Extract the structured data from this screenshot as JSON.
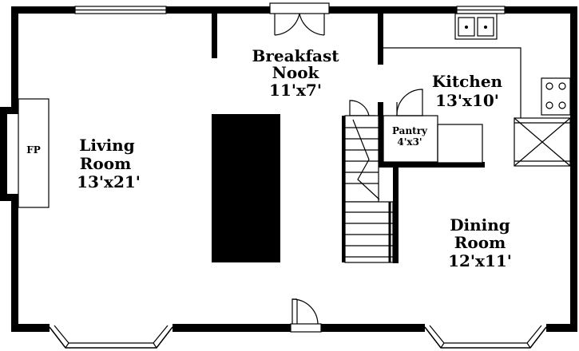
{
  "rooms": {
    "living_room": {
      "line1": "Living",
      "line2": "Room",
      "dims": "13'x21'"
    },
    "breakfast_nook": {
      "line1": "Breakfast",
      "line2": "Nook",
      "dims": "11'x7'"
    },
    "kitchen": {
      "line1": "Kitchen",
      "dims": "13'x10'"
    },
    "pantry": {
      "line1": "Pantry",
      "dims": "4'x3'"
    },
    "dining_room": {
      "line1": "Dining",
      "line2": "Room",
      "dims": "12'x11'"
    },
    "fireplace": {
      "label": "FP"
    }
  }
}
